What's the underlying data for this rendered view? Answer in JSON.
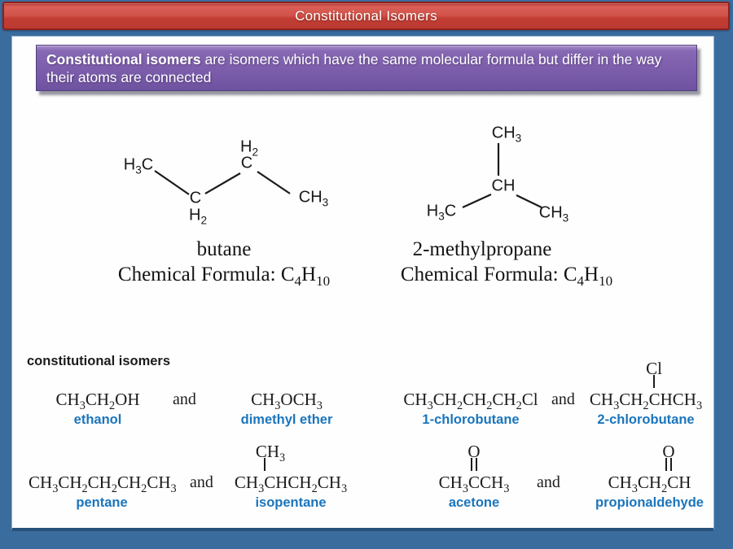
{
  "banner": {
    "title": "Constitutional Isomers"
  },
  "definition": {
    "lead": "Constitutional isomers",
    "rest": " are isomers which have the same molecular formula but differ in the way their atoms are connected"
  },
  "structures": {
    "butane": {
      "name": "butane",
      "formula_caption": "Chemical Formula: C4H10",
      "atoms": {
        "left_methyl": "H3C",
        "c1": "C",
        "c1_h": "H2",
        "c2": "C",
        "c2_h": "H2",
        "right_methyl": "CH3"
      }
    },
    "methylpropane": {
      "name": "2-methylpropane",
      "formula_caption": "Chemical Formula: C4H10",
      "atoms": {
        "top_methyl": "CH3",
        "center_ch": "CH",
        "left_methyl": "H3C",
        "right_methyl": "CH3"
      }
    }
  },
  "examples": {
    "heading": "constitutional isomers",
    "pairs": [
      {
        "left": {
          "formula": "CH3CH2OH",
          "name": "ethanol"
        },
        "conjunction": "and",
        "right": {
          "formula": "CH3OCH3",
          "name": "dimethyl ether"
        }
      },
      {
        "left": {
          "formula": "CH3CH2CH2CH2Cl",
          "name": "1-chlorobutane"
        },
        "conjunction": "and",
        "right": {
          "formula": "CH3CH2CHCH3",
          "name": "2-chlorobutane",
          "substituent": "Cl",
          "bond": "single"
        }
      },
      {
        "left": {
          "formula": "CH3CH2CH2CH2CH3",
          "name": "pentane"
        },
        "conjunction": "and",
        "right": {
          "formula": "CH3CHCH2CH3",
          "name": "isopentane",
          "substituent": "CH3",
          "bond": "single"
        }
      },
      {
        "left": {
          "formula": "CH3CCH3",
          "name": "acetone",
          "substituent": "O",
          "bond": "double"
        },
        "conjunction": "and",
        "right": {
          "formula": "CH3CH2CH",
          "name": "propionaldehyde",
          "substituent": "O",
          "bond": "double"
        }
      }
    ]
  },
  "colors": {
    "banner_red": "#c23d34",
    "background_blue": "#3b6c9e",
    "definition_purple": "#7b5dab",
    "compound_name_blue": "#1b75bc",
    "text_black": "#1c1c1c"
  }
}
